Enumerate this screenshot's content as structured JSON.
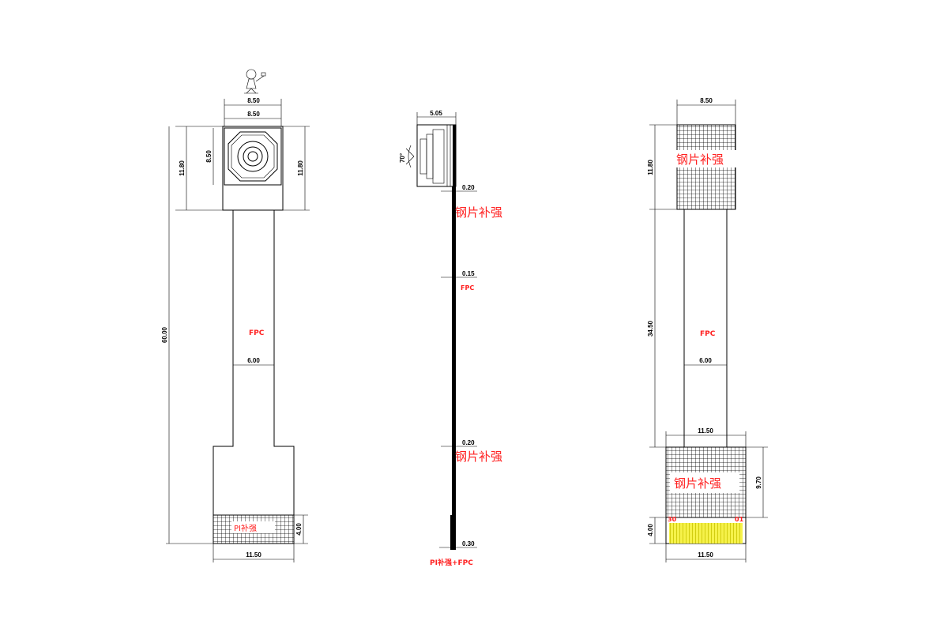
{
  "left_view": {
    "dims": {
      "top_width_a": "8.50",
      "top_width_b": "8.50",
      "lens_height": "8.50",
      "head_height_left": "11.80",
      "head_height_right": "11.80",
      "total_length": "60.00",
      "fpc_width": "6.00",
      "bottom_width": "11.50",
      "pi_height": "4.00"
    },
    "labels": {
      "fpc": "FPC",
      "pi": "PI补强"
    }
  },
  "side_view": {
    "dims": {
      "module_depth": "5.05",
      "angle": "70°",
      "t1": "0.20",
      "t2": "0.15",
      "t3": "0.20",
      "t4": "0.30"
    },
    "labels": {
      "steel_top": "钢片补强",
      "fpc": "FPC",
      "steel_bottom": "钢片补强",
      "pi_fpc": "PI补强+FPC"
    }
  },
  "right_view": {
    "dims": {
      "top_width": "8.50",
      "top_height": "11.80",
      "fpc_length": "34.50",
      "fpc_width": "6.00",
      "connector_width_top": "11.50",
      "connector_height": "9.70",
      "pin_height": "4.00",
      "connector_width_bottom": "11.50"
    },
    "labels": {
      "steel_top": "钢片补强",
      "fpc": "FPC",
      "steel_bottom": "钢片补强",
      "pin_left": "30",
      "pin_right": "01"
    }
  },
  "colors": {
    "label_red": "#ff2020",
    "pins_yellow": "#f6f24a",
    "line": "#000000"
  }
}
